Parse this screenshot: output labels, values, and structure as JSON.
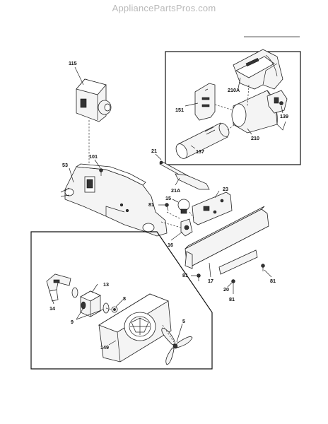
{
  "header": {
    "watermark": "AppliancePartsPros.com"
  },
  "labels": {
    "l115": "115",
    "l210a": "210A",
    "l151": "151",
    "l139": "139",
    "l210": "210",
    "l137": "137",
    "l101": "101",
    "l53": "53",
    "l21": "21",
    "l21a": "21A",
    "l23": "23",
    "l15": "15",
    "l81a": "81",
    "l16": "16",
    "l13": "13",
    "l14": "14",
    "l8": "8",
    "l9": "9",
    "l5": "5",
    "l149": "149",
    "l81b": "81",
    "l17": "17",
    "l20": "20",
    "l81c": "81",
    "l81d": "81"
  }
}
